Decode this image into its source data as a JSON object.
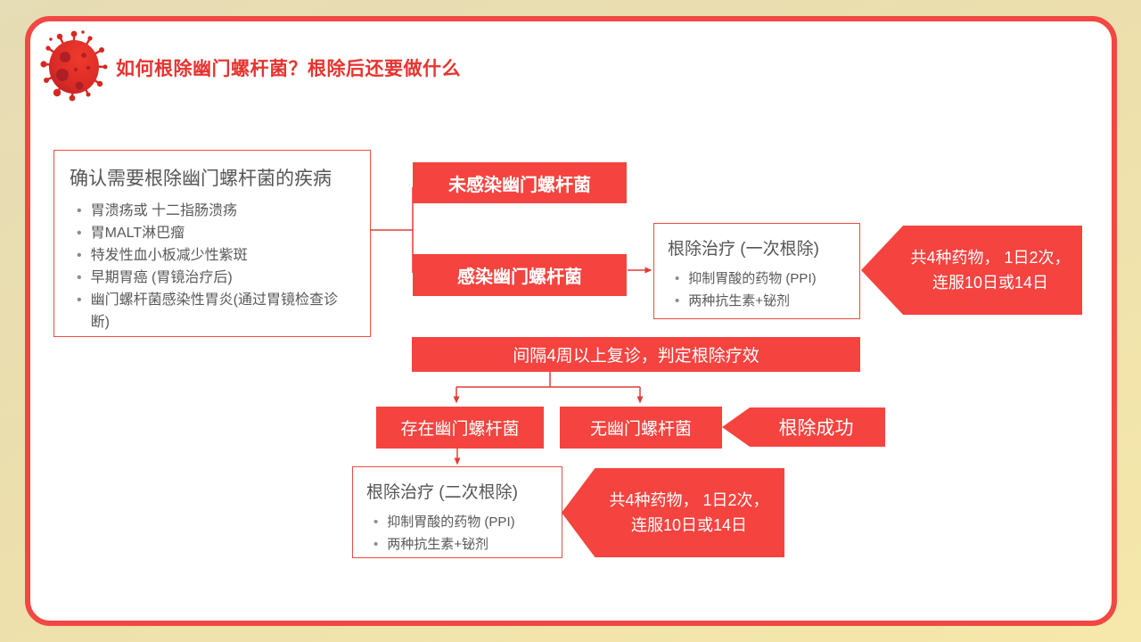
{
  "slide": {
    "title": "如何根除幽门螺杆菌？根除后还要做什么"
  },
  "confirm_box": {
    "title": "确认需要根除幽门螺杆菌的疾病",
    "items": [
      "胃溃疡或 十二指肠溃疡",
      "胃MALT淋巴瘤",
      "特发性血小板减少性紫斑",
      "早期胃癌 (胃镜治疗后)",
      "幽门螺杆菌感染性胃炎(通过胃镜检查诊断)"
    ]
  },
  "branches": {
    "uninfected": "未感染幽门螺杆菌",
    "infected": "感染幽门螺杆菌"
  },
  "treatment_first": {
    "title": "根除治疗 (一次根除)",
    "items": [
      "抑制胃酸的药物 (PPI)",
      "两种抗生素+铋剂"
    ]
  },
  "regimen_note_first": {
    "line1": "共4种药物， 1日2次，",
    "line2": "连服10日或14日"
  },
  "followup_bar": "间隔4周以上复诊，判定根除疗效",
  "outcomes": {
    "present": "存在幽门螺杆菌",
    "absent": "无幽门螺杆菌",
    "success": "根除成功"
  },
  "treatment_second": {
    "title": "根除治疗 (二次根除)",
    "items": [
      "抑制胃酸的药物 (PPI)",
      "两种抗生素+铋剂"
    ]
  },
  "regimen_note_second": {
    "line1": "共4种药物， 1日2次，",
    "line2": "连服10日或14日"
  },
  "colors": {
    "accent_red": "#f5433f",
    "title_red": "#e73430",
    "card_border_red": "#f14843",
    "text_gray": "#595959",
    "bg_top": "#e6dcb5",
    "bg_bottom": "#f6e8aa"
  }
}
